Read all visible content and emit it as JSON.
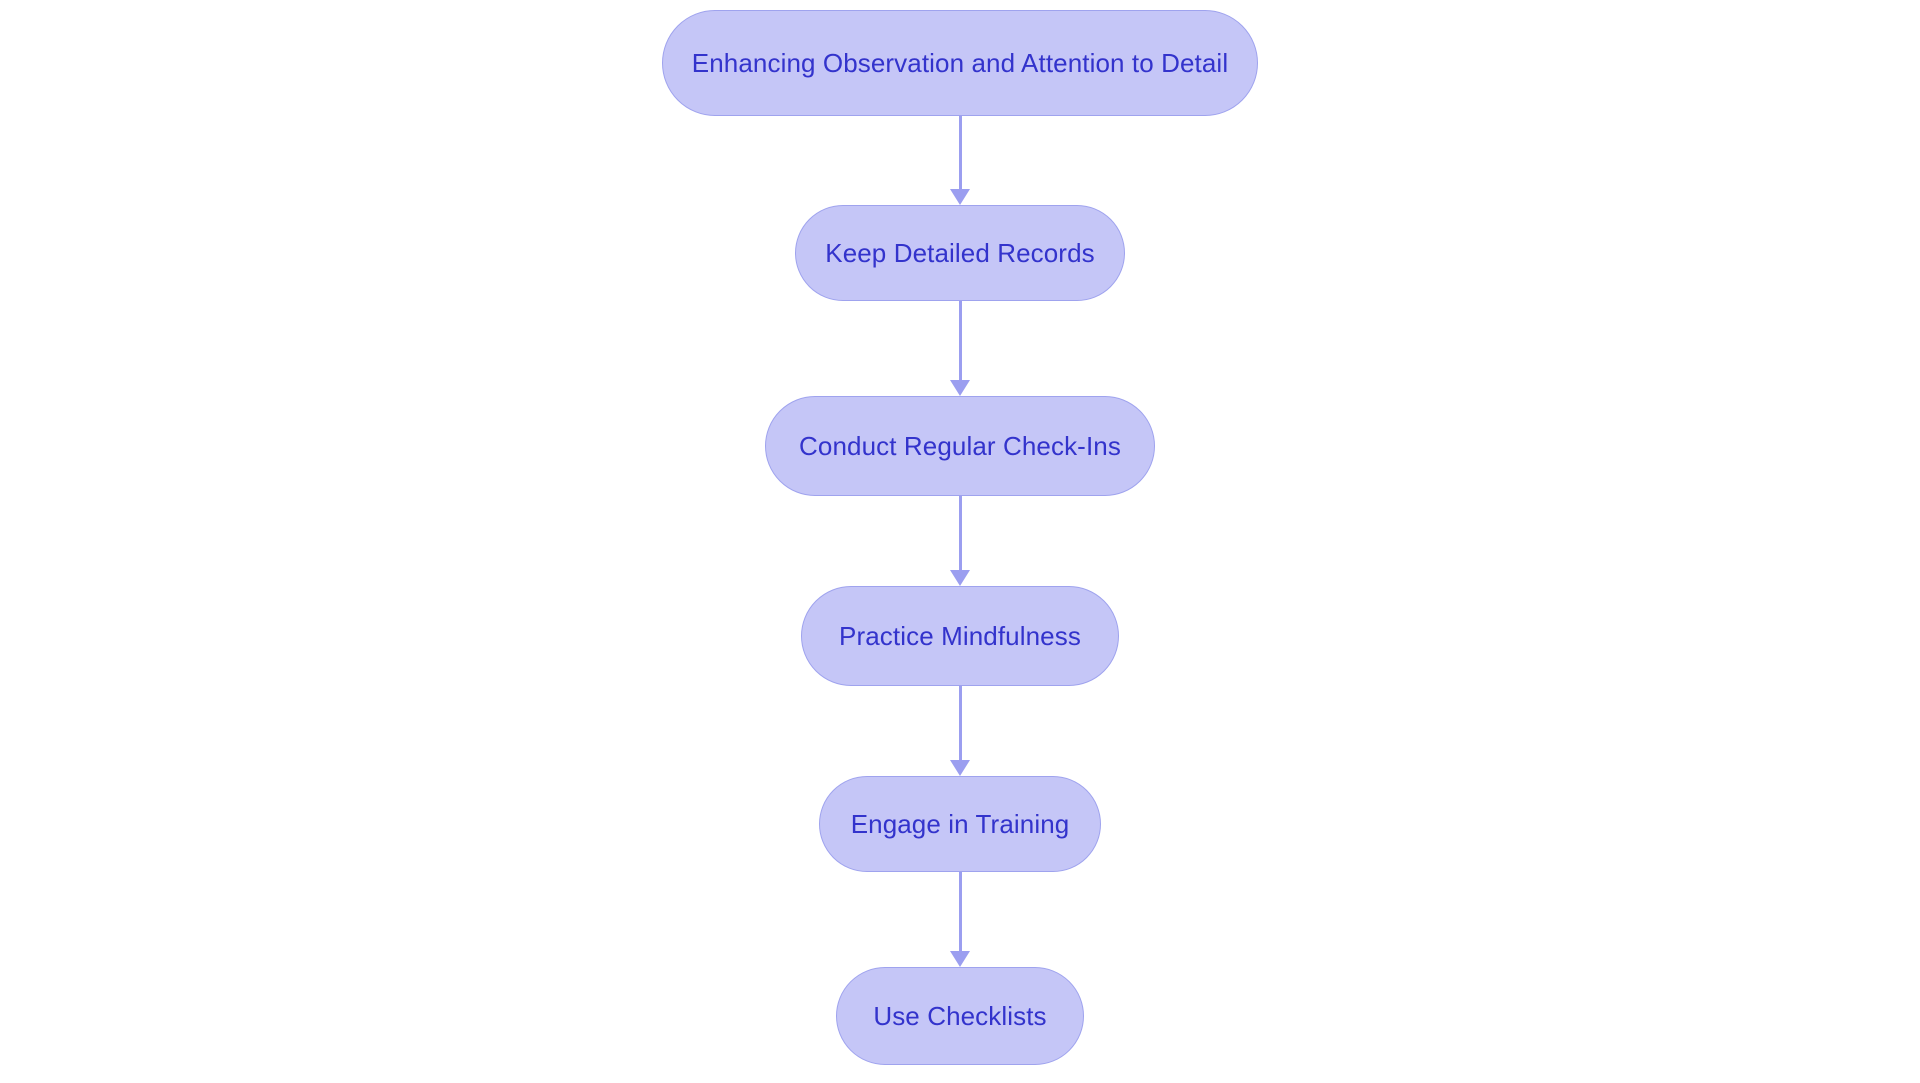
{
  "diagram": {
    "type": "flowchart",
    "orientation": "top-to-bottom",
    "background_color": "#ffffff",
    "node_fill_color": "#c5c6f7",
    "node_border_color": "#9fa3ee",
    "node_text_color": "#3333cc",
    "connector_color": "#9b9ef0",
    "node_shape": "pill",
    "nodes": [
      {
        "id": "node-0",
        "label": "Enhancing Observation and Attention to Detail"
      },
      {
        "id": "node-1",
        "label": "Keep Detailed Records"
      },
      {
        "id": "node-2",
        "label": "Conduct Regular Check-Ins"
      },
      {
        "id": "node-3",
        "label": "Practice Mindfulness"
      },
      {
        "id": "node-4",
        "label": "Engage in Training"
      },
      {
        "id": "node-5",
        "label": "Use Checklists"
      }
    ],
    "edges": [
      {
        "from": "node-0",
        "to": "node-1",
        "arrow": "down"
      },
      {
        "from": "node-1",
        "to": "node-2",
        "arrow": "down"
      },
      {
        "from": "node-2",
        "to": "node-3",
        "arrow": "down"
      },
      {
        "from": "node-3",
        "to": "node-4",
        "arrow": "down"
      },
      {
        "from": "node-4",
        "to": "node-5",
        "arrow": "down"
      }
    ]
  }
}
